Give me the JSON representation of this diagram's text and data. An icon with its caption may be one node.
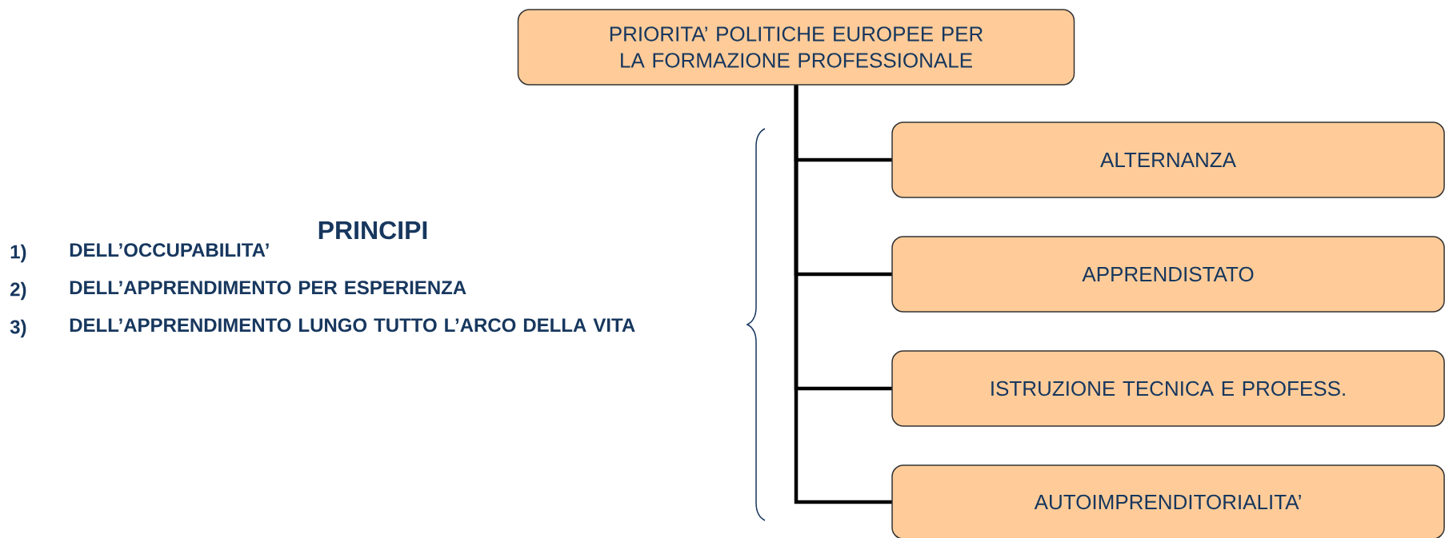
{
  "diagram": {
    "nodes": [
      {
        "text": [
          "PRIORITA’ POLITICHE EUROPEE PER LA FORMAZIONE PROFESSIONALE"
        ]
      },
      {
        "text": [
          "ALTERNANZA"
        ]
      },
      {
        "text": [
          "APPRENDISTATO"
        ]
      },
      {
        "text": [
          "ISTRUZIONE TECNICA E PROFESS."
        ]
      },
      {
        "text": [
          "AUTOIMPRENDITORIALITA’"
        ]
      }
    ],
    "edges": [
      {
        "from": 0,
        "to": 1,
        "arrow": "none"
      },
      {
        "from": 0,
        "to": 2,
        "arrow": "none"
      },
      {
        "from": 0,
        "to": 3,
        "arrow": "none"
      },
      {
        "from": 0,
        "to": 4,
        "arrow": "none"
      }
    ],
    "labels": [
      "PRINCIPI",
      "1)",
      "DELL’OCCUPABILITA’",
      "2)",
      "DELL’APPRENDIMENTO PER ESPERIENZA",
      "3)",
      "DELL’APPRENDIMENTO LUNGO TUTTO L’ARCO DELLA VITA"
    ]
  }
}
